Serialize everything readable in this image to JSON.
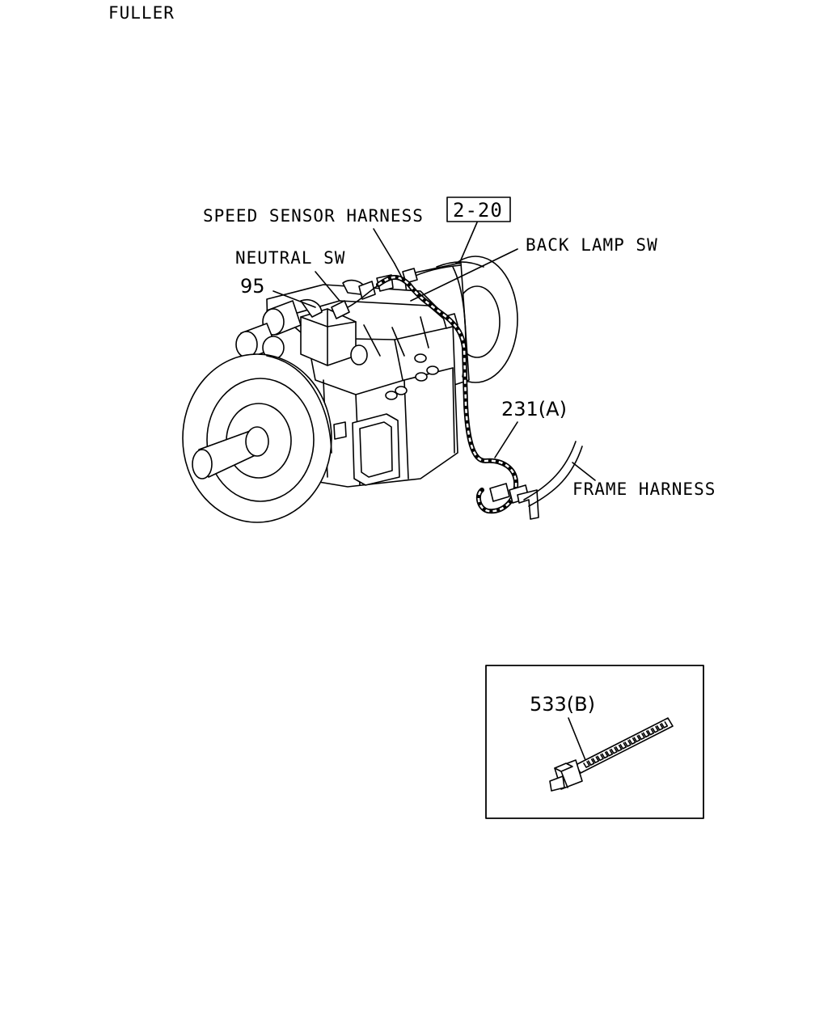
{
  "header": {
    "brand": "FULLER"
  },
  "diagram": {
    "ref_box": "2-20",
    "labels": {
      "speed_sensor_harness": "SPEED SENSOR HARNESS",
      "neutral_sw": "NEUTRAL SW",
      "back_lamp_sw": "BACK LAMP SW",
      "frame_harness": "FRAME HARNESS"
    },
    "parts": {
      "p95": "95",
      "p231": "231(A)"
    },
    "detail": {
      "part": "533(B)"
    }
  }
}
